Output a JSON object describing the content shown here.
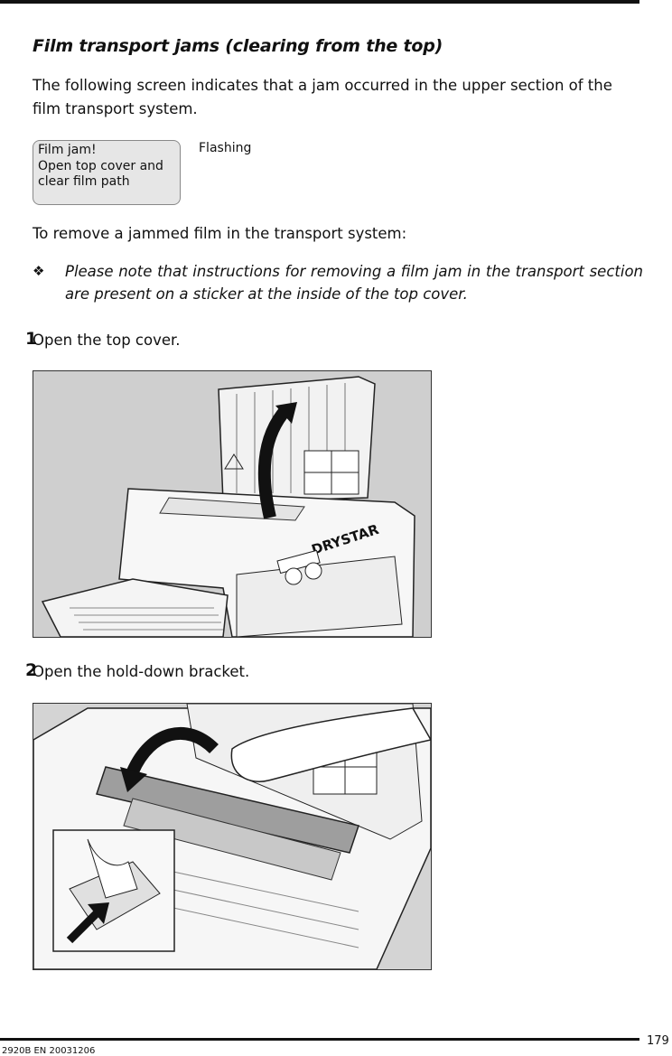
{
  "heading": "Film transport jams (clearing from the top)",
  "intro": "The following screen indicates that a jam occurred in the upper section of the film transport system.",
  "display": {
    "lines": [
      "Film jam!",
      "Open top cover and",
      "clear film path"
    ],
    "status": "Flashing"
  },
  "lead_in": "To remove a jammed film in the transport system:",
  "note": {
    "bullet": "❖",
    "text": "Please note that instructions for removing a film jam in the transport section are present on a sticker at the inside of the top cover."
  },
  "steps": [
    {
      "number": "1",
      "text": "Open the top cover.",
      "printer_label": "DRYSTAR"
    },
    {
      "number": "2",
      "text": "Open the hold-down bracket."
    }
  ],
  "footer": {
    "page_number": "179",
    "document_code": "2920B EN 20031206"
  }
}
